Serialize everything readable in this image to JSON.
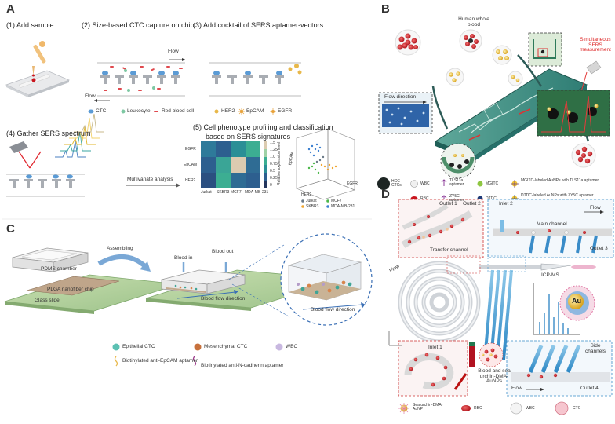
{
  "panel_a": {
    "letter": "A",
    "step1": "(1) Add sample",
    "step2": "(2) Size-based CTC capture on chip",
    "step3": "(3) Add cocktail of SERS aptamer-vectors",
    "step4": "(4) Gather SERS spectrum",
    "step5_line1": "(5) Cell phenotype profiling and classification",
    "step5_line2": "based on SERS signatures",
    "flow_top": "Flow",
    "flow_bottom": "Flow",
    "legend_ctc": "CTC",
    "legend_leuko": "Leukocyte",
    "legend_rbc": "Red blood cell",
    "legend_her2": "HER2",
    "legend_epcam": "EpCAM",
    "legend_egfr": "EGFR",
    "multivariate": "Multivariate analysis",
    "heatmap": {
      "rows": [
        "EGFR",
        "EpCAM",
        "HER2"
      ],
      "cols": [
        "Jurkat",
        "SKBR3",
        "MCF7",
        "MDA-MB-231"
      ],
      "colorbar_label": "Relative expression level",
      "colorbar_ticks": [
        "1.5",
        "1.25",
        "1.0",
        "0.75",
        "0.5",
        "0.25",
        "0"
      ]
    },
    "scatter_legend": [
      "Jurkat",
      "MCF7",
      "SKBR3",
      "MDA-MB-231"
    ],
    "scatter_axes": [
      "HER2",
      "EpCAM",
      "EGFR"
    ]
  },
  "panel_b": {
    "letter": "B",
    "human_blood": "Human whole blood",
    "flow_direction": "Flow direction",
    "simultaneous": "Simultaneous SERS measurement",
    "legend": [
      {
        "label": "HCC CTCs"
      },
      {
        "label": "WBC"
      },
      {
        "label": "TLS11a aptamer"
      },
      {
        "label": "MGITC"
      },
      {
        "label": "MGITC-labeled AuNPs with TLS11a aptamer"
      },
      {
        "label": "RBC"
      },
      {
        "label": "ZY5C aptamer"
      },
      {
        "label": "DTDC"
      },
      {
        "label": "DTDC-labeled AuNPs with ZY5C aptamer"
      }
    ]
  },
  "panel_c": {
    "letter": "C",
    "pdms": "PDMS chamber",
    "assembling": "Assembling",
    "plga": "PLGA nanofiber chip",
    "glass": "Glass slide",
    "blood_in": "Blood in",
    "blood_out": "Blood out",
    "blood_flow": "Blood flow direction",
    "blood_flow2": "Blood flow direction",
    "legend_epi": "Epithelial CTC",
    "legend_mes": "Mesenchymal CTC",
    "legend_wbc": "WBC",
    "legend_epcam_apt": "Biotinylated anti-EpCAM aptamer",
    "legend_ncad_apt": "Biotinylated anti-N-cadherin aptamer"
  },
  "panel_d": {
    "letter": "D",
    "outlet1": "Outlet 1",
    "outlet2": "Outlet 2",
    "inlet2": "Inlet 2",
    "flow": "Flow",
    "main_channel": "Main channel",
    "transfer_channel": "Transfer channel",
    "outlet3": "Outlet 3",
    "flow_label": "Flow",
    "icpms": "ICP-MS",
    "au": "Au",
    "inlet1": "Inlet 1",
    "blood_label": "Blood and sea urchin-DMA-AuNPs",
    "side_channels": "Side channels",
    "flow_bottom": "Flow",
    "outlet4": "Outlet 4",
    "legend_aunp": "Sea urchin-DMA-AuNP",
    "legend_rbc": "RBC",
    "legend_wbc": "WBC",
    "legend_ctc": "CTC"
  }
}
